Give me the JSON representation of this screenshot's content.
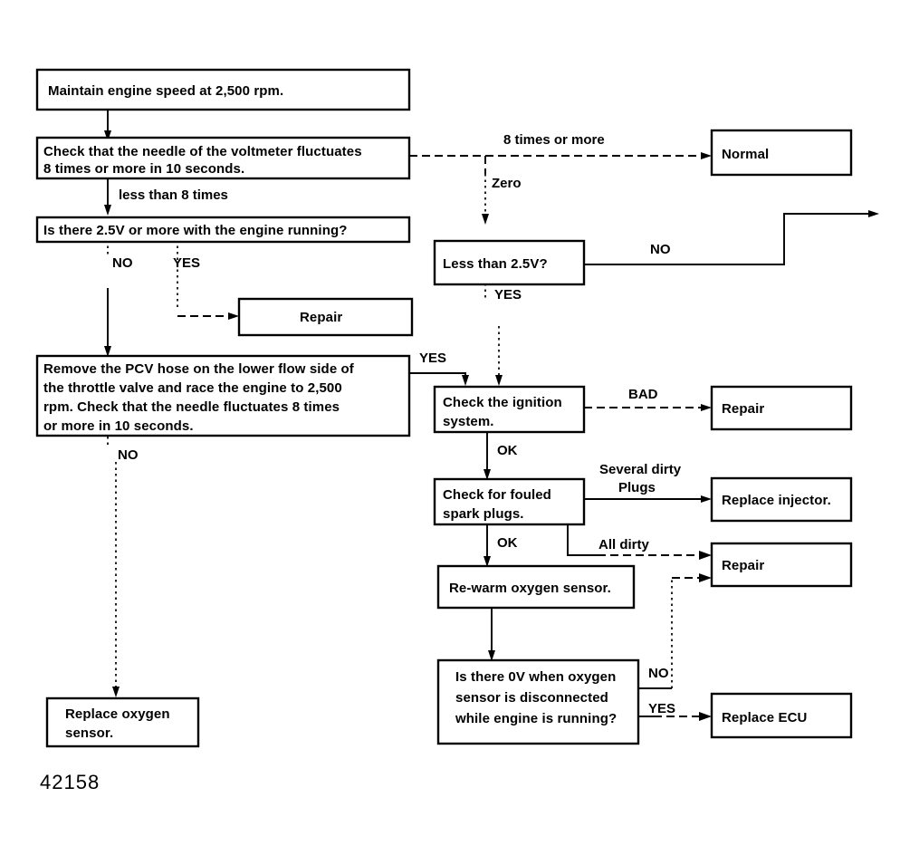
{
  "document": {
    "title": "Oxygen sensor diagnostic flowchart",
    "caption": "42158"
  },
  "nodes": [
    {
      "id": "maintain-speed",
      "lines": [
        "Maintain engine speed at 2,500 rpm."
      ]
    },
    {
      "id": "check-needle",
      "lines": [
        "Check that the needle of the voltmeter fluctuates",
        "8 times or more in 10 seconds."
      ]
    },
    {
      "id": "normal",
      "lines": [
        "Normal"
      ]
    },
    {
      "id": "is-there-25v",
      "lines": [
        "Is there 2.5V or more with the engine running?"
      ]
    },
    {
      "id": "less-than-25v",
      "lines": [
        "Less than 2.5V?"
      ]
    },
    {
      "id": "repair-upper",
      "lines": [
        "Repair"
      ]
    },
    {
      "id": "remove-pcv",
      "lines": [
        "Remove the PCV hose on the lower flow side of",
        "the throttle valve and race the engine to 2,500",
        "rpm.  Check that the needle fluctuates 8 times",
        "or more in 10 seconds."
      ]
    },
    {
      "id": "check-ignition",
      "lines": [
        "Check the ignition",
        "system."
      ]
    },
    {
      "id": "repair-ignition",
      "lines": [
        "Repair"
      ]
    },
    {
      "id": "check-plugs",
      "lines": [
        "Check for fouled",
        "spark plugs."
      ]
    },
    {
      "id": "replace-injector",
      "lines": [
        "Replace injector."
      ]
    },
    {
      "id": "repair-plugs",
      "lines": [
        "Repair"
      ]
    },
    {
      "id": "rewarm-sensor",
      "lines": [
        "Re-warm oxygen sensor."
      ]
    },
    {
      "id": "is-there-0v",
      "lines": [
        "Is there 0V when oxygen",
        "sensor is disconnected",
        "while engine is running?"
      ]
    },
    {
      "id": "replace-ecu",
      "lines": [
        "Replace ECU"
      ]
    },
    {
      "id": "replace-oxygen-sensor",
      "lines": [
        "Replace oxygen",
        "sensor."
      ]
    }
  ],
  "edge_labels": [
    {
      "id": "eight-times-or-more",
      "text": "8 times or more"
    },
    {
      "id": "zero",
      "text": "Zero"
    },
    {
      "id": "less-than-eight-times",
      "text": "less than 8 times"
    },
    {
      "id": "no-1",
      "text": "NO"
    },
    {
      "id": "yes-1",
      "text": "YES"
    },
    {
      "id": "no-2",
      "text": "NO"
    },
    {
      "id": "yes-2",
      "text": "YES"
    },
    {
      "id": "yes-3",
      "text": "YES"
    },
    {
      "id": "no-3",
      "text": "NO"
    },
    {
      "id": "bad",
      "text": "BAD"
    },
    {
      "id": "ok-1",
      "text": "OK"
    },
    {
      "id": "several-dirty",
      "text": "Several dirty"
    },
    {
      "id": "plugs",
      "text": "Plugs"
    },
    {
      "id": "all-dirty",
      "text": "All dirty"
    },
    {
      "id": "ok-2",
      "text": "OK"
    },
    {
      "id": "no-4",
      "text": "NO"
    },
    {
      "id": "yes-4",
      "text": "YES"
    }
  ],
  "colors": {
    "stroke": "#000000",
    "fill": "#ffffff"
  }
}
